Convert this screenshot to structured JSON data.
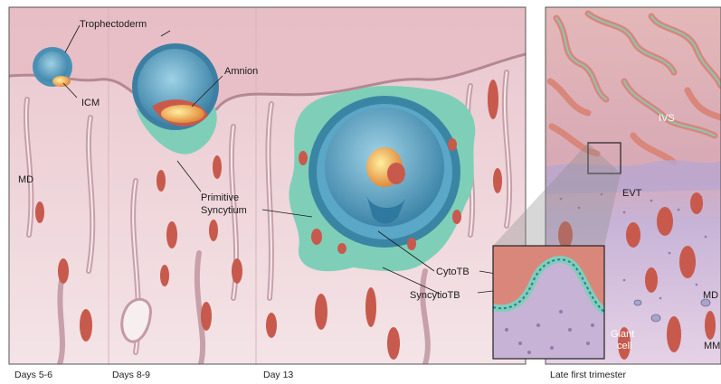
{
  "labels": {
    "trophectoderm": "Trophectoderm",
    "icm": "ICM",
    "amnion": "Amnion",
    "md_left": "MD",
    "primitive": "Primitive",
    "syncytium": "Syncytium",
    "cytotb": "CytoTB",
    "syncytiotb": "SyncytioTB",
    "ivs": "IVS",
    "evt": "EVT",
    "md_right": "MD",
    "giant": "Giant",
    "cell": "cell",
    "mm": "MM"
  },
  "captions": {
    "days_5_6": "Days 5-6",
    "days_8_9": "Days 8-9",
    "day_13": "Day 13",
    "late_first_trimester": "Late first trimester"
  },
  "colors": {
    "endometrium": "#f2dce0",
    "gland_wall": "#c9a0aa",
    "vessel": "#c75a4c",
    "syncytium": "#7fcfb8",
    "blastocyst": "#5aa3c4",
    "villus": "#d9867b",
    "decidua_purple": "#b6a3cc"
  }
}
